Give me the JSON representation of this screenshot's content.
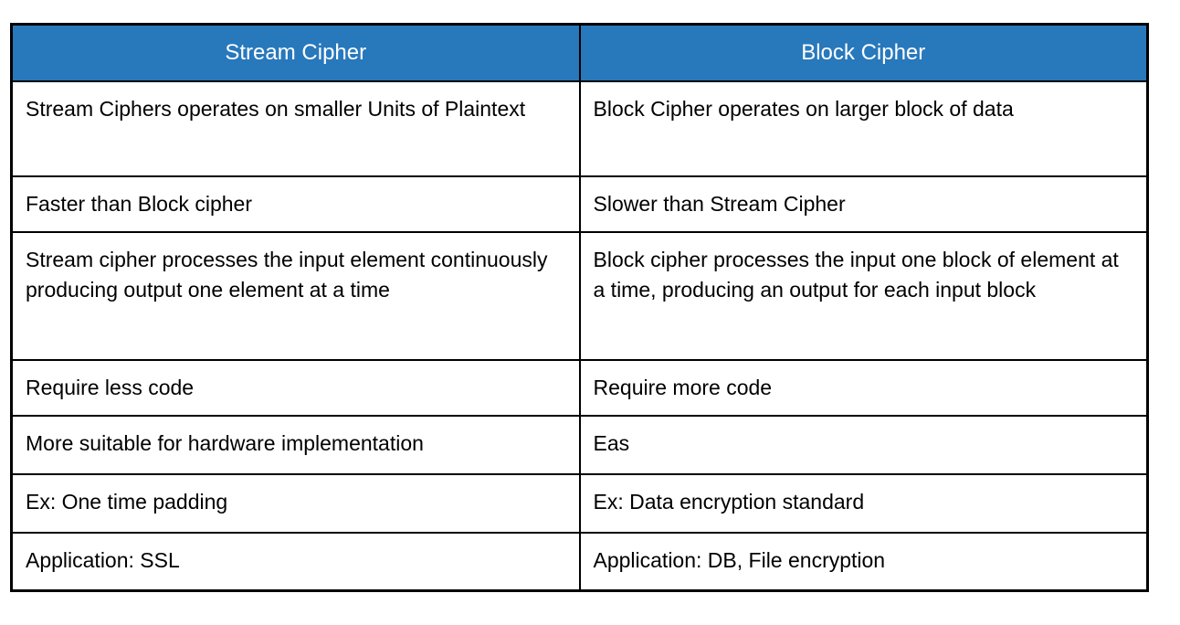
{
  "colors": {
    "header_bg": "#2878BC",
    "header_text": "#FFFFFF",
    "border": "#000000",
    "cell_bg": "#FFFFFF",
    "cell_text": "#000000",
    "page_bg": "#FFFFFF"
  },
  "table": {
    "headers": [
      "Stream Cipher",
      "Block Cipher"
    ],
    "rows": [
      [
        "Stream Ciphers operates on smaller Units of Plaintext",
        "Block Cipher operates on larger block of data"
      ],
      [
        "Faster than Block cipher",
        "Slower than Stream Cipher"
      ],
      [
        "Stream cipher processes the input element continuously producing output one element at a time",
        "Block cipher processes the input one block of element at a time, producing an output for each input block"
      ],
      [
        "Require less code",
        "Require more code"
      ],
      [
        "More suitable for hardware implementation",
        "Eas"
      ],
      [
        "Ex: One time padding",
        "Ex: Data encryption standard"
      ],
      [
        "Application: SSL",
        "Application: DB, File encryption"
      ]
    ]
  }
}
